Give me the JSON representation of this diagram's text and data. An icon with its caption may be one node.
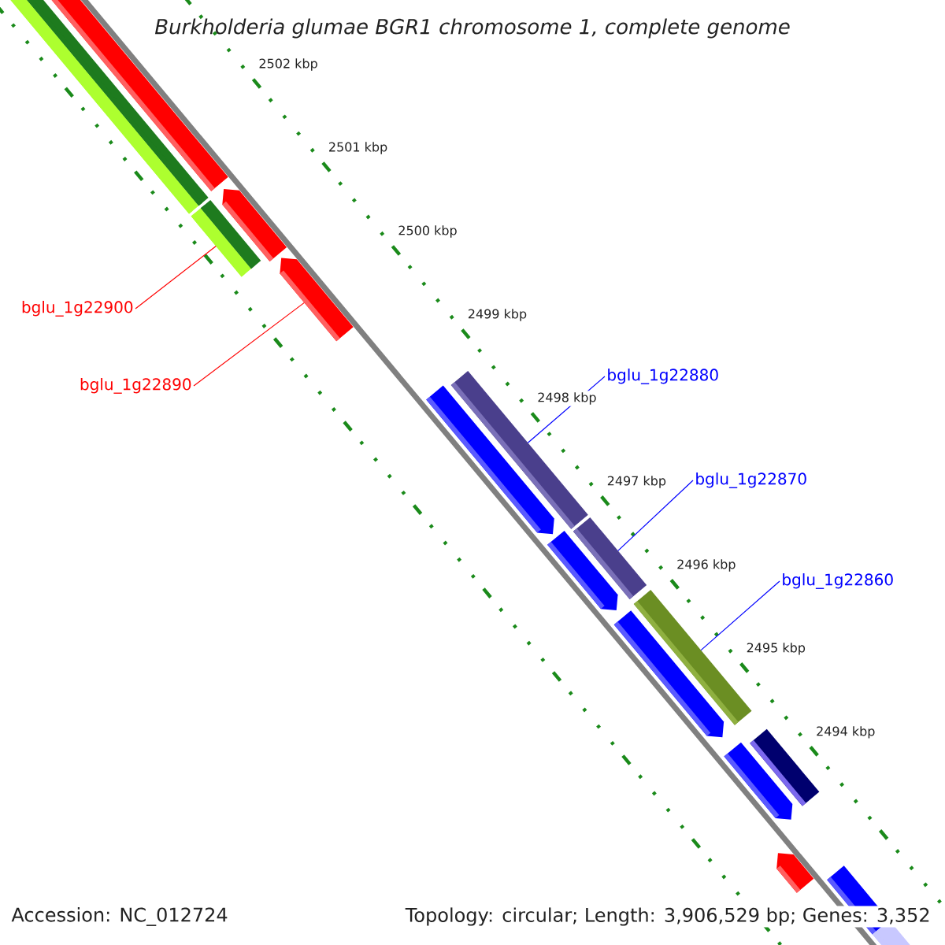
{
  "diagram": {
    "title": "Burkholderia glumae BGR1 chromosome 1, complete genome",
    "nodes": [
      {
        "text": [
          "bglu_1g22900"
        ]
      },
      {
        "text": [
          "bglu_1g22890"
        ]
      },
      {
        "text": [
          "bglu_1g22880"
        ]
      },
      {
        "text": [
          "bglu_1g22870"
        ]
      },
      {
        "text": [
          "bglu_1g22860"
        ]
      },
      {
        "text": [],
        "shape": "bar"
      },
      {
        "text": [],
        "shape": "bar"
      },
      {
        "text": [],
        "shape": "bar"
      },
      {
        "text": [],
        "shape": "bar"
      },
      {
        "text": [],
        "shape": "bar"
      }
    ],
    "edges": [
      {
        "from": 0,
        "to": 5,
        "arrow": "none",
        "color": "#ff0000"
      },
      {
        "from": 1,
        "to": 6,
        "arrow": "none",
        "color": "#ff0000"
      },
      {
        "from": 2,
        "to": 7,
        "arrow": "none"
      },
      {
        "from": 3,
        "to": 8,
        "arrow": "none"
      },
      {
        "from": 4,
        "to": 9,
        "arrow": "none"
      }
    ],
    "labels": [
      "2502 kbp",
      "2501 kbp",
      "2500 kbp",
      "2499 kbp",
      "2498 kbp",
      "2497 kbp",
      "2496 kbp",
      "2495 kbp",
      "2494 kbp",
      "Accession: NC_012724",
      "Topology: circular; Length: 3,906,529 bp; Genes: 3,352"
    ]
  }
}
